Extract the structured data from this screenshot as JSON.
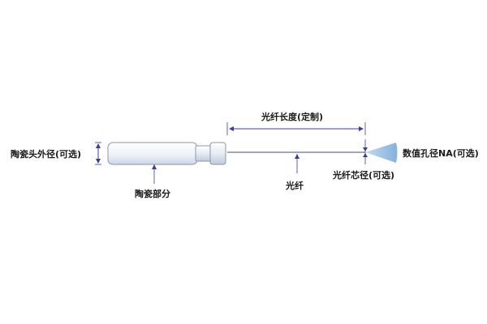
{
  "labels": {
    "ferrule_outer_diameter": "陶瓷头外径(可选)",
    "ferrule_part": "陶瓷部分",
    "fiber_length": "光纤长度(定制)",
    "fiber": "光纤",
    "fiber_core_diameter": "光纤芯径(可选)",
    "numerical_aperture": "数值孔径NA(可选)"
  },
  "colors": {
    "dimension_line": "#3a3aa0",
    "ferrule_fill_top": "#ffffff",
    "ferrule_fill_bottom": "#d6deea",
    "ferrule_stroke": "#8a97ad",
    "fiber": "#9aa8bf",
    "light_cone": "#9ec3e6",
    "text": "#1a1a1a"
  }
}
